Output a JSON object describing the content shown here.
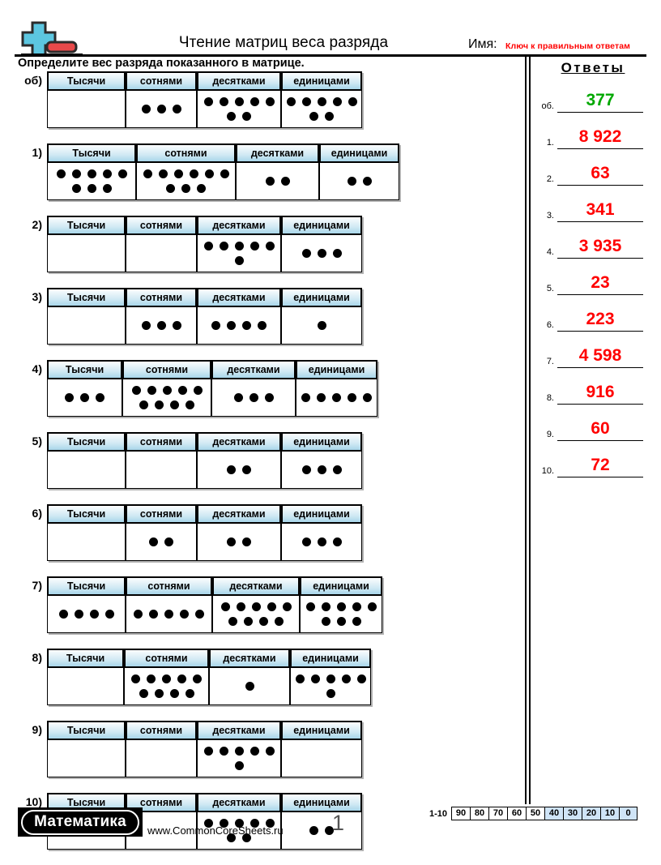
{
  "header": {
    "title": "Чтение матриц веса разряда",
    "name_label": "Имя:",
    "answer_key_label": "Ключ к правильным ответам",
    "logo_icon": "plus-minus-icon"
  },
  "instruction": "Определите вес разряда показанного в матрице.",
  "columns": [
    "Тысячи",
    "сотнями",
    "десятками",
    "единицами"
  ],
  "answers": {
    "title": "Ответы",
    "rows": [
      {
        "num": "об.",
        "value": "377",
        "example": true
      },
      {
        "num": "1.",
        "value": "8 922",
        "example": false
      },
      {
        "num": "2.",
        "value": "63",
        "example": false
      },
      {
        "num": "3.",
        "value": "341",
        "example": false
      },
      {
        "num": "4.",
        "value": "3 935",
        "example": false
      },
      {
        "num": "5.",
        "value": "23",
        "example": false
      },
      {
        "num": "6.",
        "value": "223",
        "example": false
      },
      {
        "num": "7.",
        "value": "4 598",
        "example": false
      },
      {
        "num": "8.",
        "value": "916",
        "example": false
      },
      {
        "num": "9.",
        "value": "60",
        "example": false
      },
      {
        "num": "10.",
        "value": "72",
        "example": false
      }
    ]
  },
  "problems": [
    {
      "num": "об)",
      "counts": [
        0,
        3,
        7,
        7
      ],
      "widths": [
        97,
        88,
        104,
        100
      ],
      "answer": "377"
    },
    {
      "num": "1)",
      "counts": [
        8,
        9,
        2,
        2
      ],
      "widths": [
        110,
        123,
        103,
        99
      ],
      "answer": "8 922"
    },
    {
      "num": "2)",
      "counts": [
        0,
        0,
        6,
        3
      ],
      "widths": [
        97,
        88,
        104,
        100
      ],
      "answer": "63"
    },
    {
      "num": "3)",
      "counts": [
        0,
        3,
        4,
        1
      ],
      "widths": [
        97,
        88,
        104,
        100
      ],
      "answer": "341"
    },
    {
      "num": "4)",
      "counts": [
        3,
        9,
        3,
        5
      ],
      "widths": [
        93,
        110,
        104,
        101
      ],
      "answer": "3 935"
    },
    {
      "num": "5)",
      "counts": [
        0,
        0,
        2,
        3
      ],
      "widths": [
        97,
        88,
        104,
        100
      ],
      "answer": "23"
    },
    {
      "num": "6)",
      "counts": [
        0,
        2,
        2,
        3
      ],
      "widths": [
        97,
        88,
        104,
        100
      ],
      "answer": "223"
    },
    {
      "num": "7)",
      "counts": [
        4,
        5,
        9,
        8
      ],
      "widths": [
        97,
        107,
        108,
        102
      ],
      "answer": "4 598"
    },
    {
      "num": "8)",
      "counts": [
        0,
        9,
        1,
        6
      ],
      "widths": [
        95,
        105,
        100,
        100
      ],
      "answer": "916"
    },
    {
      "num": "9)",
      "counts": [
        0,
        0,
        6,
        0
      ],
      "widths": [
        97,
        88,
        104,
        100
      ],
      "answer": "60"
    },
    {
      "num": "10)",
      "counts": [
        0,
        0,
        7,
        2
      ],
      "widths": [
        97,
        88,
        104,
        100
      ],
      "answer": "72"
    }
  ],
  "footer": {
    "brand": "Математика",
    "url": "www.CommonCoreSheets.ru",
    "page_number": "1",
    "scale_label": "1-10",
    "scale_values": [
      "90",
      "80",
      "70",
      "60",
      "50",
      "40",
      "30",
      "20",
      "10",
      "0"
    ],
    "scale_highlighted": [
      "40",
      "30",
      "20",
      "10",
      "0"
    ]
  },
  "colors": {
    "answer_red": "#ff0000",
    "example_green": "#00a800",
    "header_blue": "#a9d6ea",
    "highlight_blue": "#cfe4f7"
  }
}
